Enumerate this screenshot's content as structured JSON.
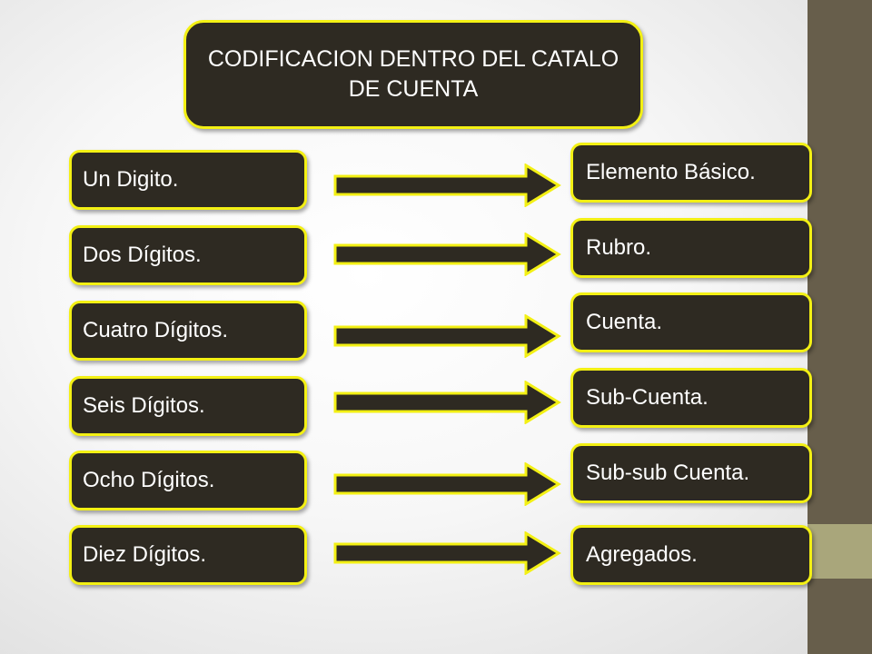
{
  "title": "CODIFICACION DENTRO DEL CATALO DE CUENTA",
  "rows": [
    {
      "left": "Un Digito.",
      "right": "Elemento Básico."
    },
    {
      "left": "Dos Dígitos.",
      "right": "Rubro."
    },
    {
      "left": "Cuatro Dígitos.",
      "right": "Cuenta."
    },
    {
      "left": "Seis Dígitos.",
      "right": "Sub-Cuenta."
    },
    {
      "left": "Ocho Dígitos.",
      "right": "Sub-sub Cuenta."
    },
    {
      "left": "Diez Dígitos.",
      "right": "Agregados."
    }
  ],
  "colors": {
    "box_fill": "#2e2a22",
    "box_border": "#f3f014",
    "text": "#ffffff",
    "sidebar": "#675e4b",
    "sidebar_accent": "#a9a67b"
  }
}
